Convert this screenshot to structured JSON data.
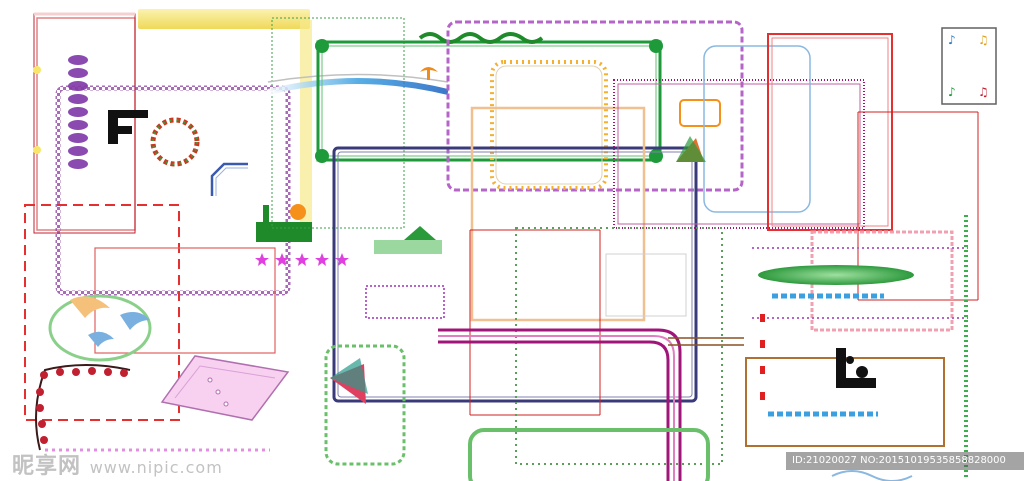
{
  "watermark": {
    "site_name": "昵享网",
    "site_url": "www.nipic.com"
  },
  "image_id": "ID:21020027 NO:20151019535858828000",
  "colors": {
    "red": "#e53030",
    "purple_dashed": "#b565c8",
    "green": "#1e9a3a",
    "navy": "#3a3a7a",
    "magenta": "#a0157a",
    "orange": "#f0a050",
    "pink": "#f0a0b0",
    "light_blue": "#8ab8e0",
    "gold_bar": "#f5e58a"
  },
  "decorations": {
    "stars": 5,
    "star_color": "#e040e0"
  }
}
